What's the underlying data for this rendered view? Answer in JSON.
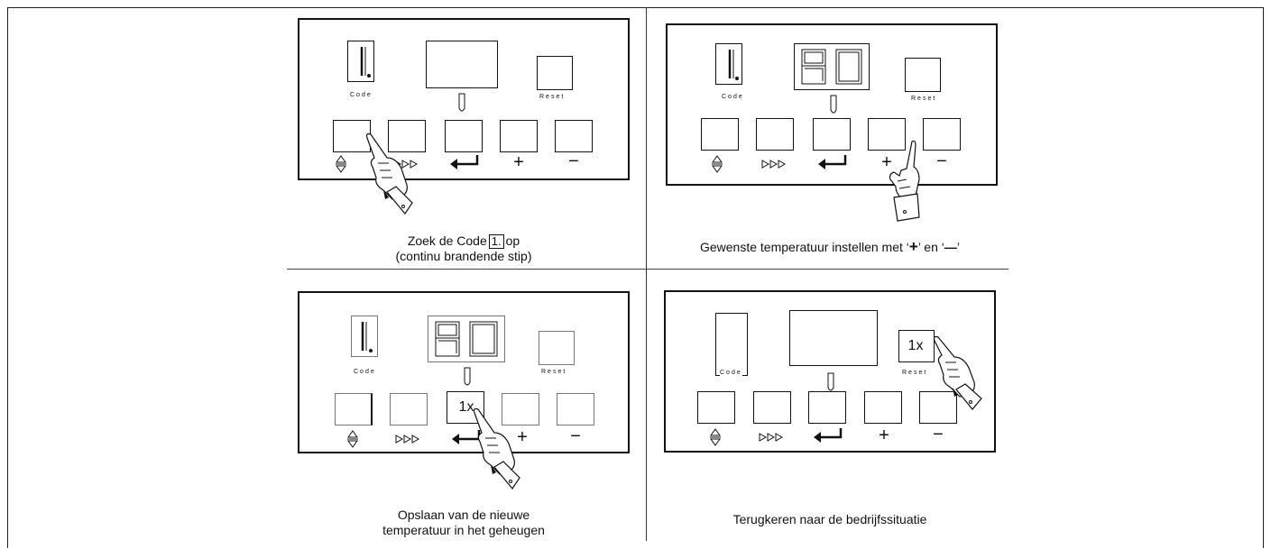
{
  "labels": {
    "code": "Code",
    "reset": "Reset",
    "plus": "+",
    "minus": "−",
    "once": "1x",
    "display_code_digit": "1.",
    "display_temp": "90"
  },
  "captions": {
    "step1_prefix": "Zoek de Code",
    "step1_box": "1.",
    "step1_suffix": "op",
    "step1_line2": "(continu brandende stip)",
    "step2_a": "Gewenste temperatuur instellen met ‘",
    "step2_plus": "+",
    "step2_b": "’ en ‘",
    "step2_minus": "—",
    "step2_c": "’",
    "step3_line1": "Opslaan van de nieuwe",
    "step3_line2": "temperatuur in het geheugen",
    "step4": "Terugkeren naar de bedrijfssituatie"
  },
  "icons": [
    "scroll-icon",
    "triple-arrow-icon",
    "enter-icon",
    "plus-icon",
    "minus-icon",
    "thermometer-icon",
    "pointing-hand-icon"
  ]
}
